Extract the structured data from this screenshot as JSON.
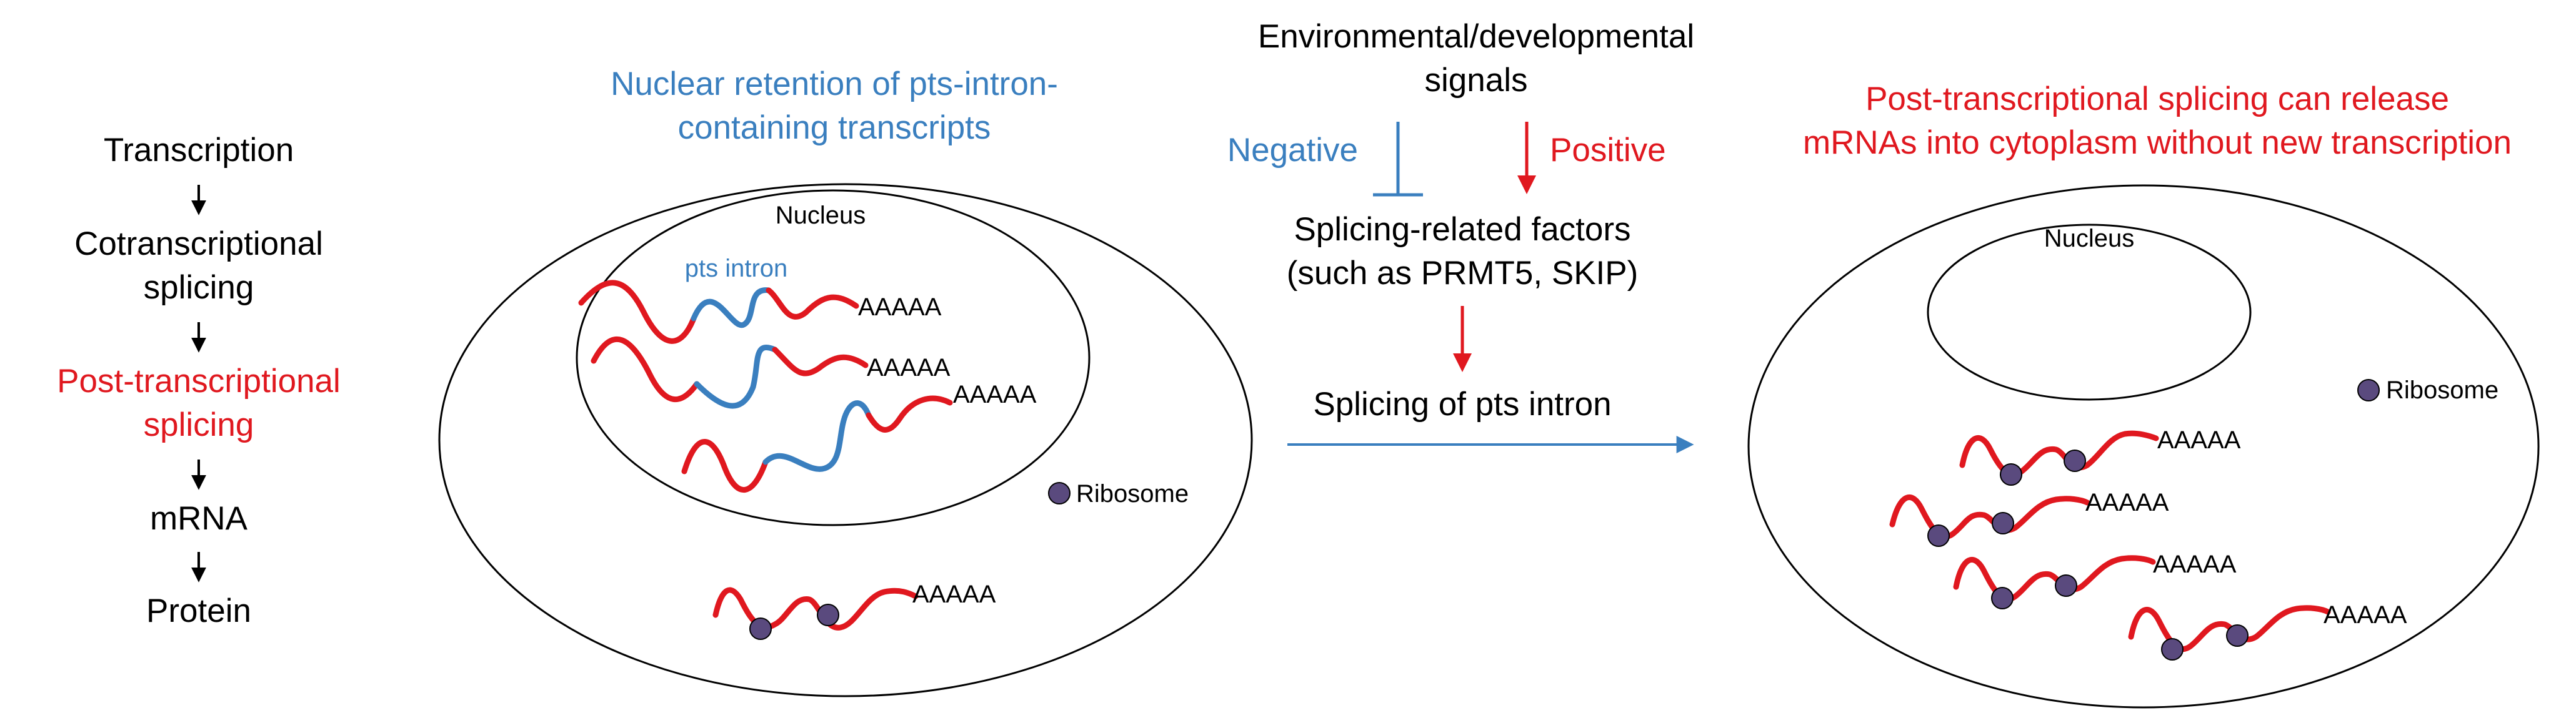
{
  "colors": {
    "text": "#000000",
    "red": "#e0181f",
    "blue": "#3a7fbf",
    "ribosome": "#5a4a7e"
  },
  "pathway": {
    "steps": [
      {
        "lines": [
          "Transcription"
        ],
        "color": "#000000"
      },
      {
        "lines": [
          "Cotranscriptional",
          "splicing"
        ],
        "color": "#000000"
      },
      {
        "lines": [
          "Post-transcriptional",
          "splicing"
        ],
        "color": "#e0181f"
      },
      {
        "lines": [
          "mRNA"
        ],
        "color": "#000000"
      },
      {
        "lines": [
          "Protein"
        ],
        "color": "#000000"
      }
    ]
  },
  "left_cell": {
    "title_lines": [
      "Nuclear retention of pts-intron-",
      "containing transcripts"
    ],
    "nucleus_label": "Nucleus",
    "pts_intron_label": "pts intron",
    "polya": "AAAAA",
    "ribosome_label": "Ribosome"
  },
  "middle": {
    "signals_lines": [
      "Environmental/developmental",
      "signals"
    ],
    "negative_label": "Negative",
    "positive_label": "Positive",
    "factors_lines": [
      "Splicing-related factors",
      "(such as PRMT5, SKIP)"
    ],
    "splicing_label": "Splicing of pts intron"
  },
  "right_cell": {
    "title_lines": [
      "Post-transcriptional splicing can release",
      "mRNAs into cytoplasm without new transcription"
    ],
    "nucleus_label": "Nucleus",
    "ribosome_label": "Ribosome",
    "polya": "AAAAA"
  }
}
